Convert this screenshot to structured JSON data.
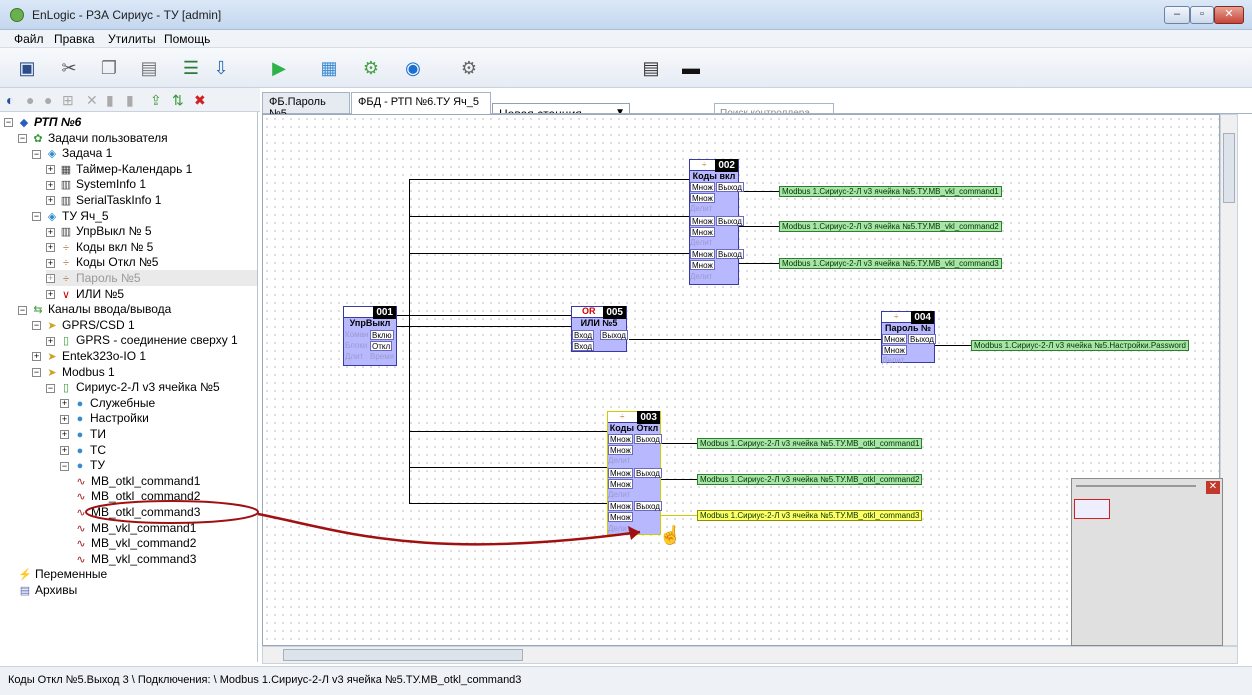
{
  "window": {
    "title": "EnLogic - РЗА Сириус - ТУ [admin]"
  },
  "menu": [
    "Файл",
    "Правка",
    "Утилиты",
    "Помощь"
  ],
  "toolbar": {
    "station": "Новая станция",
    "search_placeholder": "Поиск контроллера"
  },
  "tree": [
    {
      "label": "РТП №6",
      "level": 0,
      "icon": "controller-icon",
      "exp": "−"
    },
    {
      "label": "Задачи пользователя",
      "level": 1,
      "icon": "tasks-icon",
      "exp": "−"
    },
    {
      "label": "Задача 1",
      "level": 2,
      "icon": "task-icon",
      "exp": "−"
    },
    {
      "label": "Таймер-Календарь 1",
      "level": 3,
      "icon": "calendar-icon",
      "exp": "+"
    },
    {
      "label": "SystemInfo 1",
      "level": 3,
      "icon": "block-icon",
      "exp": "+"
    },
    {
      "label": "SerialTaskInfo 1",
      "level": 3,
      "icon": "block-icon",
      "exp": "+"
    },
    {
      "label": "ТУ Яч_5",
      "level": 2,
      "icon": "task-icon",
      "exp": "−"
    },
    {
      "label": "УпрВыкл  № 5",
      "level": 3,
      "icon": "block-icon",
      "exp": "+"
    },
    {
      "label": "Коды вкл № 5",
      "level": 3,
      "icon": "divide-icon",
      "exp": "+"
    },
    {
      "label": "Коды Откл №5",
      "level": 3,
      "icon": "divide-icon",
      "exp": "+"
    },
    {
      "label": "Пароль №5",
      "level": 3,
      "icon": "divide-icon",
      "exp": "+",
      "dim": true
    },
    {
      "label": "ИЛИ №5",
      "level": 3,
      "icon": "or-icon",
      "exp": "+"
    },
    {
      "label": "Каналы ввода/вывода",
      "level": 1,
      "icon": "channels-icon",
      "exp": "−"
    },
    {
      "label": "GPRS/CSD 1",
      "level": 2,
      "icon": "channel-icon",
      "exp": "−"
    },
    {
      "label": "GPRS - соединение сверху 1",
      "level": 3,
      "icon": "device-icon",
      "exp": "+"
    },
    {
      "label": "Entek323о-IO 1",
      "level": 2,
      "icon": "channel-icon",
      "exp": "+"
    },
    {
      "label": "Modbus 1",
      "level": 2,
      "icon": "channel-icon",
      "exp": "−"
    },
    {
      "label": "Сириус-2-Л v3  ячейка №5",
      "level": 3,
      "icon": "device-icon",
      "exp": "−"
    },
    {
      "label": "Служебные",
      "level": 4,
      "icon": "group-icon",
      "exp": "+"
    },
    {
      "label": "Настройки",
      "level": 4,
      "icon": "group-icon",
      "exp": "+"
    },
    {
      "label": "ТИ",
      "level": 4,
      "icon": "group-icon",
      "exp": "+"
    },
    {
      "label": "ТС",
      "level": 4,
      "icon": "group-icon",
      "exp": "+"
    },
    {
      "label": "ТУ",
      "level": 4,
      "icon": "group-icon",
      "exp": "−"
    },
    {
      "label": "MB_otkl_command1",
      "level": 5,
      "icon": "signal-icon"
    },
    {
      "label": "MB_otkl_command2",
      "level": 5,
      "icon": "signal-icon"
    },
    {
      "label": "MB_otkl_command3",
      "level": 5,
      "icon": "signal-icon"
    },
    {
      "label": "MB_vkl_command1",
      "level": 5,
      "icon": "signal-icon"
    },
    {
      "label": "MB_vkl_command2",
      "level": 5,
      "icon": "signal-icon"
    },
    {
      "label": "MB_vkl_command3",
      "level": 5,
      "icon": "signal-icon"
    },
    {
      "label": "Переменные",
      "level": 1,
      "icon": "variables-icon"
    },
    {
      "label": "Архивы",
      "level": 1,
      "icon": "archive-icon"
    }
  ],
  "tabs": [
    {
      "label": "ФБ.Пароль №5",
      "active": false
    },
    {
      "label": "ФБД - РТП №6.ТУ Яч_5",
      "active": true
    }
  ],
  "blocks": {
    "b001": {
      "num": "001",
      "title": "УпрВыкл",
      "pins": [
        [
          "Коман",
          "Вклю"
        ],
        [
          "Блоки",
          "Откл"
        ],
        [
          "Длит",
          "Время"
        ]
      ]
    },
    "b005": {
      "num": "005",
      "tag": "OR",
      "title": "ИЛИ №5",
      "pins": [
        [
          "Вход",
          "Выход"
        ],
        [
          "Вход",
          ""
        ]
      ]
    },
    "b002": {
      "num": "002",
      "title": "Коды вкл",
      "pins": [
        "Множ",
        "Множ",
        "Делит",
        "Множ",
        "Множ",
        "Делит",
        "Множ",
        "Множ",
        "Делит"
      ],
      "out": "Выход"
    },
    "b003": {
      "num": "003",
      "title": "Коды Откл",
      "pins": [
        "Множ",
        "Множ",
        "Делит",
        "Множ",
        "Множ",
        "Делит",
        "Множ",
        "Множ",
        "Делит"
      ],
      "out": "Выход"
    },
    "b004": {
      "num": "004",
      "title": "Пароль №",
      "pins": [
        "Множ",
        "Множ",
        "Делит"
      ],
      "out": "Выход"
    }
  },
  "labels": {
    "vkl1": "Modbus 1.Сириус-2-Л v3  ячейка №5.ТУ.MB_vkl_command1",
    "vkl2": "Modbus 1.Сириус-2-Л v3  ячейка №5.ТУ.MB_vkl_command2",
    "vkl3": "Modbus 1.Сириус-2-Л v3  ячейка №5.ТУ.MB_vkl_command3",
    "pass": "Modbus 1.Сириус-2-Л v3  ячейка №5.Настройки.Password",
    "otkl1": "Modbus 1.Сириус-2-Л v3  ячейка №5.ТУ.MB_otkl_command1",
    "otkl2": "Modbus 1.Сириус-2-Л v3  ячейка №5.ТУ.MB_otkl_command2",
    "otkl3": "Modbus 1.Сириус-2-Л v3  ячейка №5.ТУ.MB_otkl_command3"
  },
  "status": "Коды Откл №5.Выход 3 \\ Подключения: \\ Modbus 1.Сириус-2-Л v3  ячейка №5.ТУ.MB_otkl_command3",
  "colors": {
    "block": "#b8b8ff",
    "label_green": "#a8e6a8",
    "label_yellow": "#ffff66",
    "arrow": "#a01010"
  }
}
